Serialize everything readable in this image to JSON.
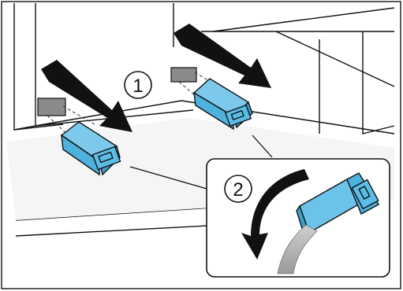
{
  "steps": [
    {
      "number": "1",
      "label": "1"
    },
    {
      "number": "2",
      "label": "2"
    }
  ],
  "colors": {
    "container": "#5bbde6",
    "container_dark": "#2f8fbf",
    "outline": "#111111",
    "background": "#ffffff",
    "floor": "#f2f2f2",
    "water": "#b8b8b8"
  },
  "icons": {
    "arrow_pull_left": "pull-out-arrow-icon",
    "arrow_pull_right": "pull-out-arrow-icon",
    "arrow_tip": "tip-out-curved-arrow-icon"
  }
}
